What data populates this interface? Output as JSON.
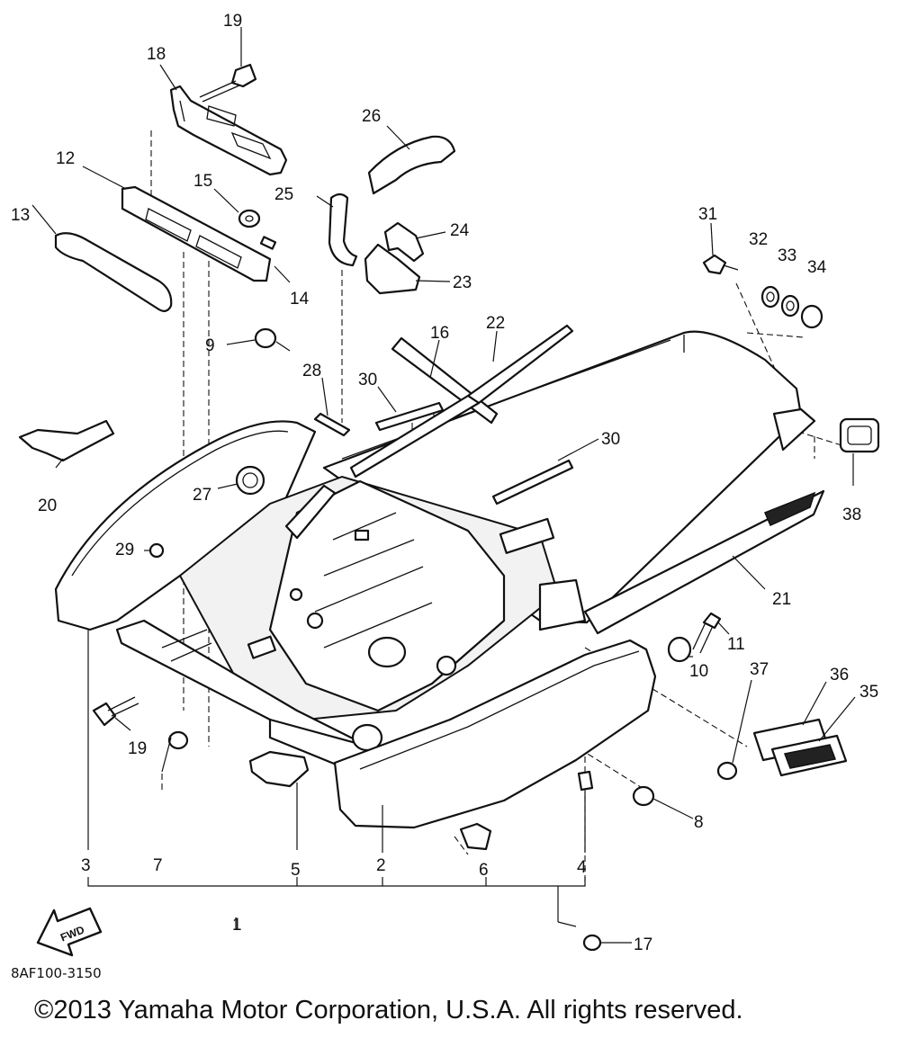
{
  "diagram": {
    "callouts": [
      {
        "id": "c19a",
        "label": "19"
      },
      {
        "id": "c18",
        "label": "18"
      },
      {
        "id": "c26",
        "label": "26"
      },
      {
        "id": "c12",
        "label": "12"
      },
      {
        "id": "c15",
        "label": "15"
      },
      {
        "id": "c25",
        "label": "25"
      },
      {
        "id": "c24",
        "label": "24"
      },
      {
        "id": "c13",
        "label": "13"
      },
      {
        "id": "c14",
        "label": "14"
      },
      {
        "id": "c23",
        "label": "23"
      },
      {
        "id": "c31",
        "label": "31"
      },
      {
        "id": "c32",
        "label": "32"
      },
      {
        "id": "c33",
        "label": "33"
      },
      {
        "id": "c34",
        "label": "34"
      },
      {
        "id": "c9",
        "label": "9"
      },
      {
        "id": "c16",
        "label": "16"
      },
      {
        "id": "c22",
        "label": "22"
      },
      {
        "id": "c28",
        "label": "28"
      },
      {
        "id": "c30a",
        "label": "30"
      },
      {
        "id": "c30b",
        "label": "30"
      },
      {
        "id": "c20",
        "label": "20"
      },
      {
        "id": "c27",
        "label": "27"
      },
      {
        "id": "c38",
        "label": "38"
      },
      {
        "id": "c29",
        "label": "29"
      },
      {
        "id": "c21",
        "label": "21"
      },
      {
        "id": "c11",
        "label": "11"
      },
      {
        "id": "c10",
        "label": "10"
      },
      {
        "id": "c37",
        "label": "37"
      },
      {
        "id": "c36",
        "label": "36"
      },
      {
        "id": "c35",
        "label": "35"
      },
      {
        "id": "c19b",
        "label": "19"
      },
      {
        "id": "c8",
        "label": "8"
      },
      {
        "id": "c3",
        "label": "3"
      },
      {
        "id": "c7",
        "label": "7"
      },
      {
        "id": "c5",
        "label": "5"
      },
      {
        "id": "c2",
        "label": "2"
      },
      {
        "id": "c6",
        "label": "6"
      },
      {
        "id": "c4",
        "label": "4"
      },
      {
        "id": "c1",
        "label": "1"
      },
      {
        "id": "c17",
        "label": "17"
      }
    ],
    "fwd_label": "FWD",
    "drawing_code": "8AF100-3150",
    "copyright": "©2013 Yamaha Motor Corporation, U.S.A. All rights reserved."
  }
}
